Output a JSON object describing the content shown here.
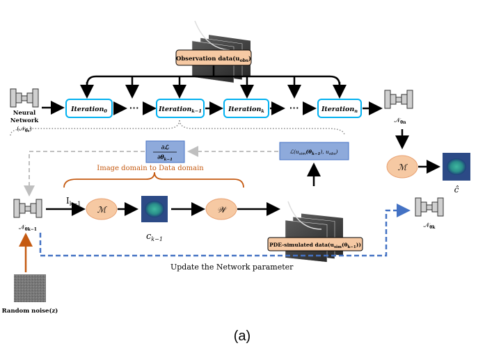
{
  "observation_box": {
    "text": "Observation data(u",
    "sub": "obs",
    "close": ")"
  },
  "neural_network": {
    "line1": "Neural",
    "line2": "Network",
    "symbol": "(𝒩",
    "symbol_sub": "θ₀",
    "close": ")"
  },
  "iterations": [
    {
      "base": "Iteration",
      "sub": "0"
    },
    {
      "base": "Iteration",
      "sub": "k−1"
    },
    {
      "base": "Iteration",
      "sub": "k"
    },
    {
      "base": "Iteration",
      "sub": "n"
    }
  ],
  "ellipsis": "···",
  "network_labels": {
    "theta_n": "𝒩",
    "theta_n_sub": "θn",
    "theta_km1": "𝒩",
    "theta_km1_sub": "θk−1",
    "theta_k": "𝒩",
    "theta_k_sub": "θk"
  },
  "gradient_box": {
    "num": "∂ℒ",
    "den": "∂θ",
    "den_sub": "k−1"
  },
  "loss_box": {
    "text": "ℒ(u",
    "sub": "sim",
    "mid": "(θ",
    "mid_sub": "k−1",
    "end": "), u",
    "end_sub": "obs",
    "close": ")"
  },
  "domain_label": "Image domain to Data domain",
  "input_label": {
    "base": "I",
    "sub": "k−1"
  },
  "m_operator": "ℳ",
  "w_operator": "𝒲",
  "c_label": {
    "base": "c",
    "sub": "k−1"
  },
  "c_hat": "ĉ",
  "pde_box": {
    "text": "PDE-simulated data(u",
    "sub": "sim",
    "mid": "(θ",
    "mid_sub": "k−1",
    "close": "))"
  },
  "update_label": "Update the Network parameter",
  "random_noise": "Random noise(z)",
  "caption": "(a)",
  "colors": {
    "orange_fill": "#f6c9a3",
    "orange_line": "#e8a070",
    "blue_box": "#8eaadb",
    "iteration_border": "#00b0f0",
    "dashed_blue": "#4472c4",
    "brown": "#c55a11",
    "domain_text": "#c55a11"
  }
}
